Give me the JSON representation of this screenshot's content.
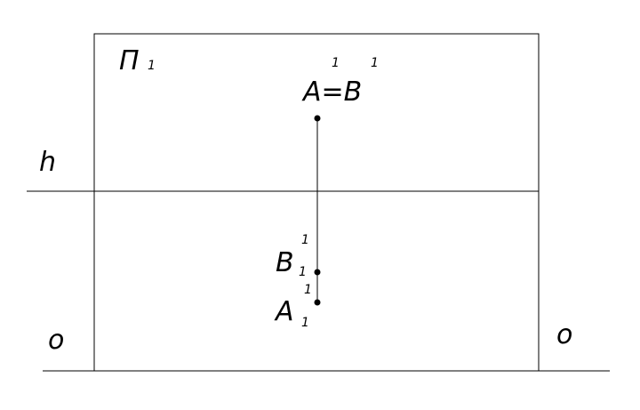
{
  "plane_label": "П",
  "plane_subscript": "1",
  "label_h": "h",
  "label_o_left": "o",
  "label_o_right": "o",
  "top_point": {
    "main": "A=B",
    "sup_a": "1",
    "sup_b": "1"
  },
  "point_b": {
    "main": "B",
    "sup": "1",
    "sub": "1"
  },
  "point_a": {
    "main": "A",
    "sup": "1",
    "sub": "1"
  },
  "colors": {
    "line": "#000000",
    "background": "#ffffff"
  }
}
